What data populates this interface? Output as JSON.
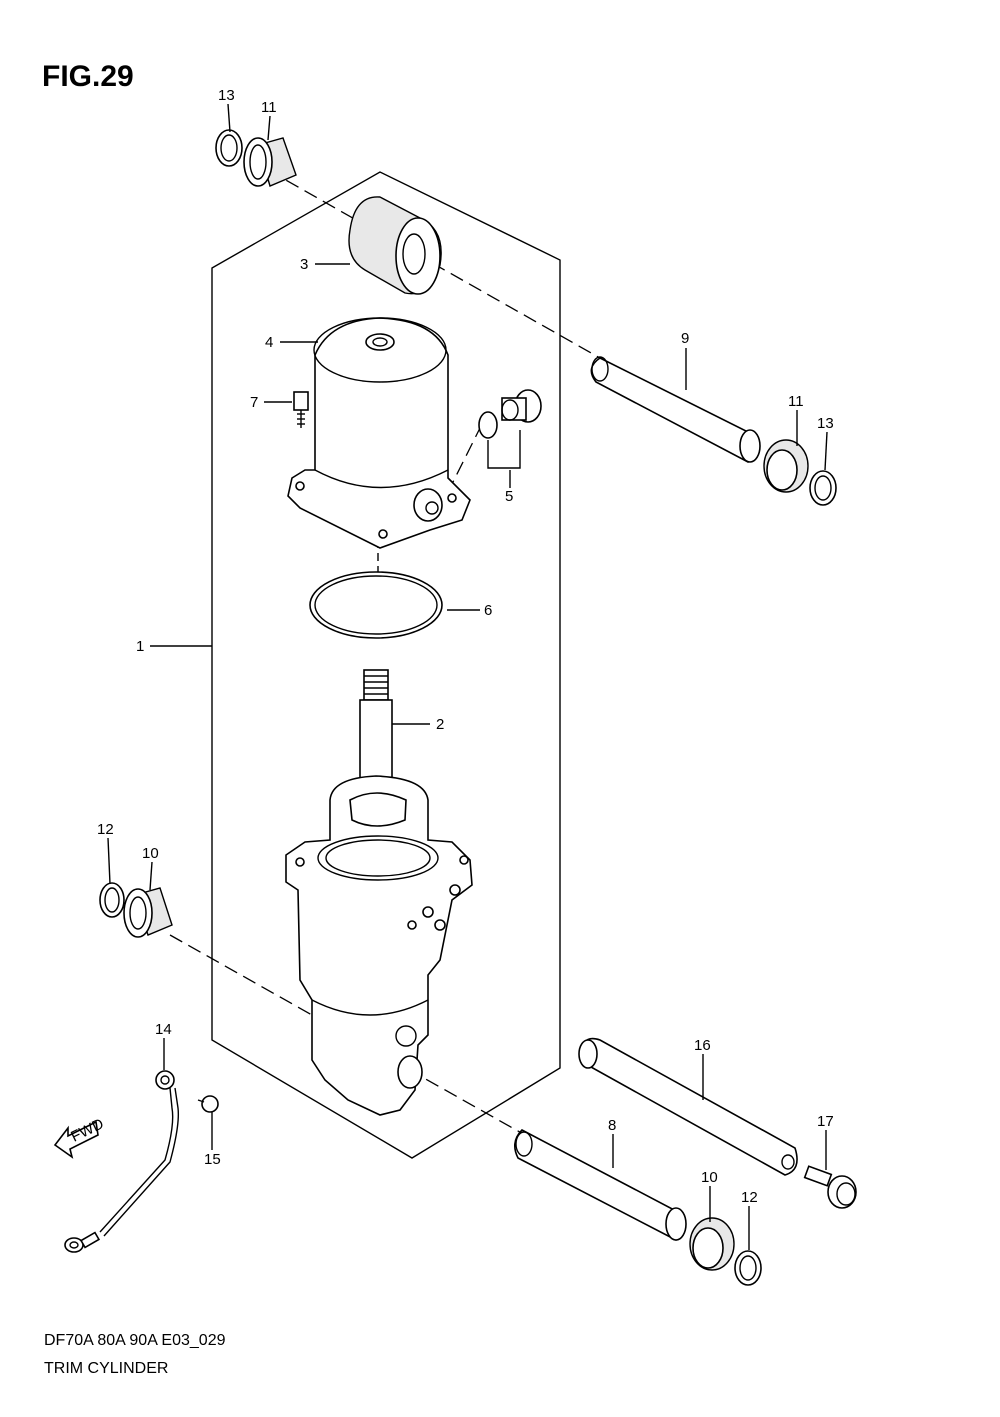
{
  "figure": {
    "title": "FIG.29",
    "code": "DF70A 80A 90A E03_029",
    "name": "TRIM CYLINDER"
  },
  "fwd_label": "FWD",
  "callouts": [
    "1",
    "2",
    "3",
    "4",
    "5",
    "6",
    "7",
    "8",
    "9",
    "10",
    "10",
    "11",
    "11",
    "12",
    "12",
    "13",
    "13",
    "14",
    "15",
    "16",
    "17"
  ]
}
